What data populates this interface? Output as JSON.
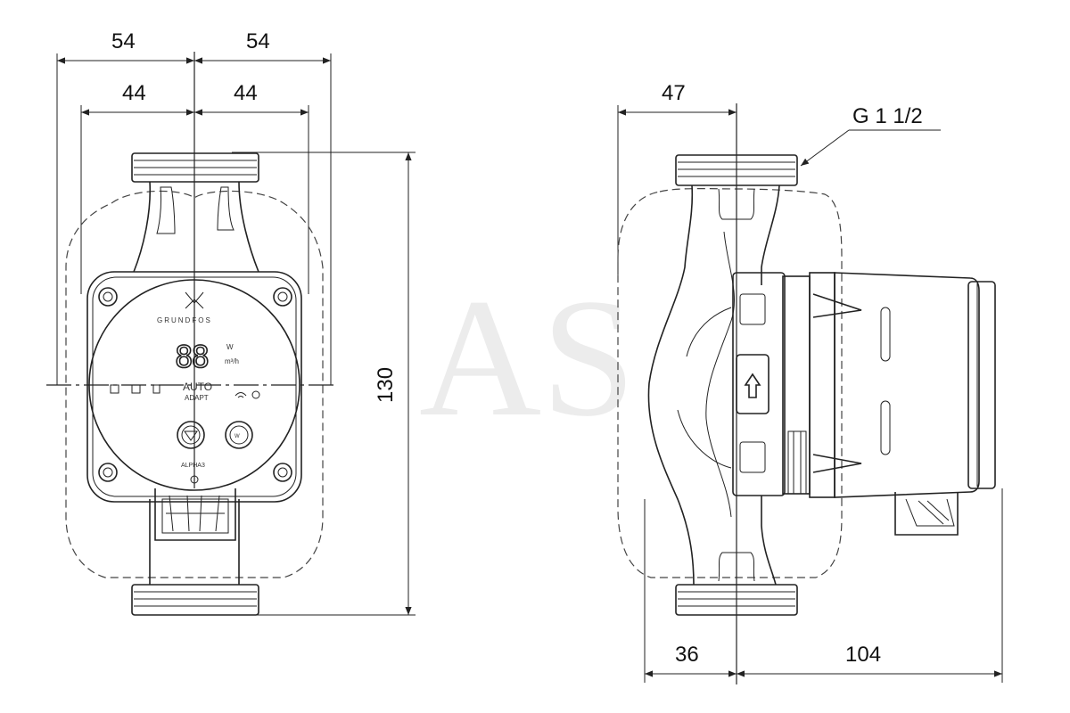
{
  "watermark": "AS",
  "front_view": {
    "dim_top_left": "54",
    "dim_top_right": "54",
    "dim_mid_left": "44",
    "dim_mid_right": "44",
    "dim_height": "130",
    "panel": {
      "brand": "GRUNDFOS",
      "display": "88",
      "unit_power": "W",
      "unit_flow": "m³/h",
      "mode_line1": "AUTO",
      "mode_line2": "ADAPT",
      "model": "ALPHA3"
    }
  },
  "side_view": {
    "dim_top": "47",
    "thread_label": "G 1 1/2",
    "dim_bottom_left": "36",
    "dim_bottom_right": "104"
  }
}
